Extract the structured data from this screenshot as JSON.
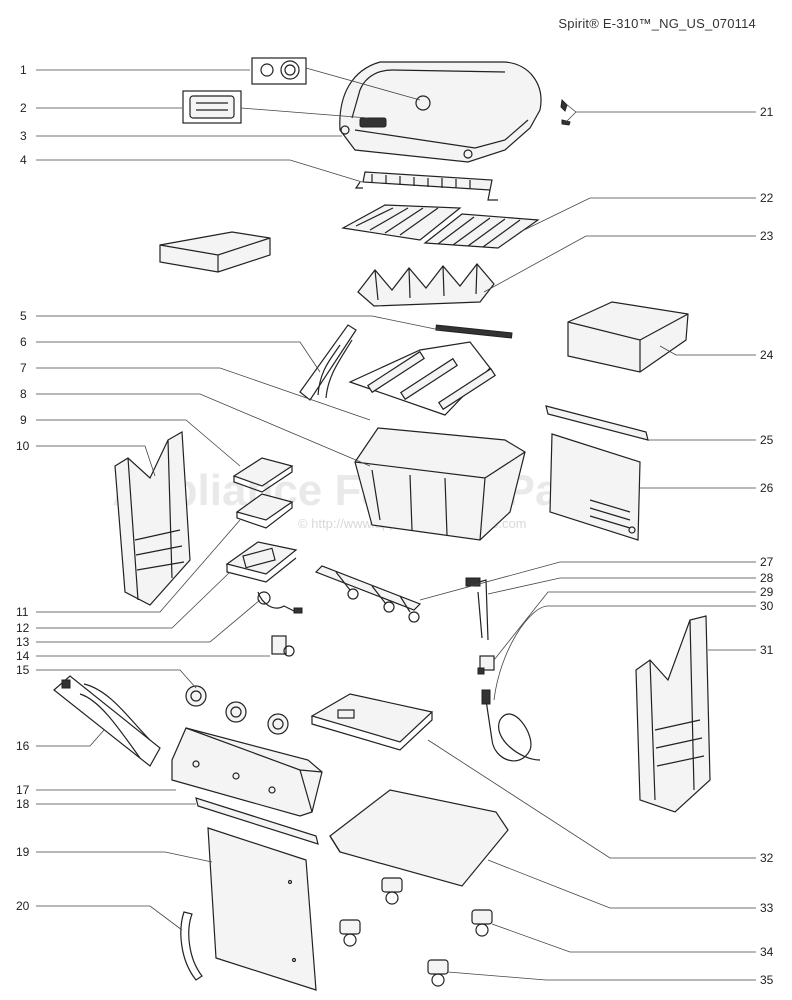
{
  "title": "Spirit® E-310™_NG_US_070114",
  "watermark": {
    "name": "Appliance Factory Parts",
    "url": "© http://www.appliancefactoryparts.com"
  },
  "callouts": {
    "n1": "1",
    "n2": "2",
    "n3": "3",
    "n4": "4",
    "n5": "5",
    "n6": "6",
    "n7": "7",
    "n8": "8",
    "n9": "9",
    "n10": "10",
    "n11": "11",
    "n12": "12",
    "n13": "13",
    "n14": "14",
    "n15": "15",
    "n16": "16",
    "n17": "17",
    "n18": "18",
    "n19": "19",
    "n20": "20",
    "n21": "21",
    "n22": "22",
    "n23": "23",
    "n24": "24",
    "n25": "25",
    "n26": "26",
    "n27": "27",
    "n28": "28",
    "n29": "29",
    "n30": "30",
    "n31": "31",
    "n32": "32",
    "n33": "33",
    "n34": "34",
    "n35": "35"
  }
}
